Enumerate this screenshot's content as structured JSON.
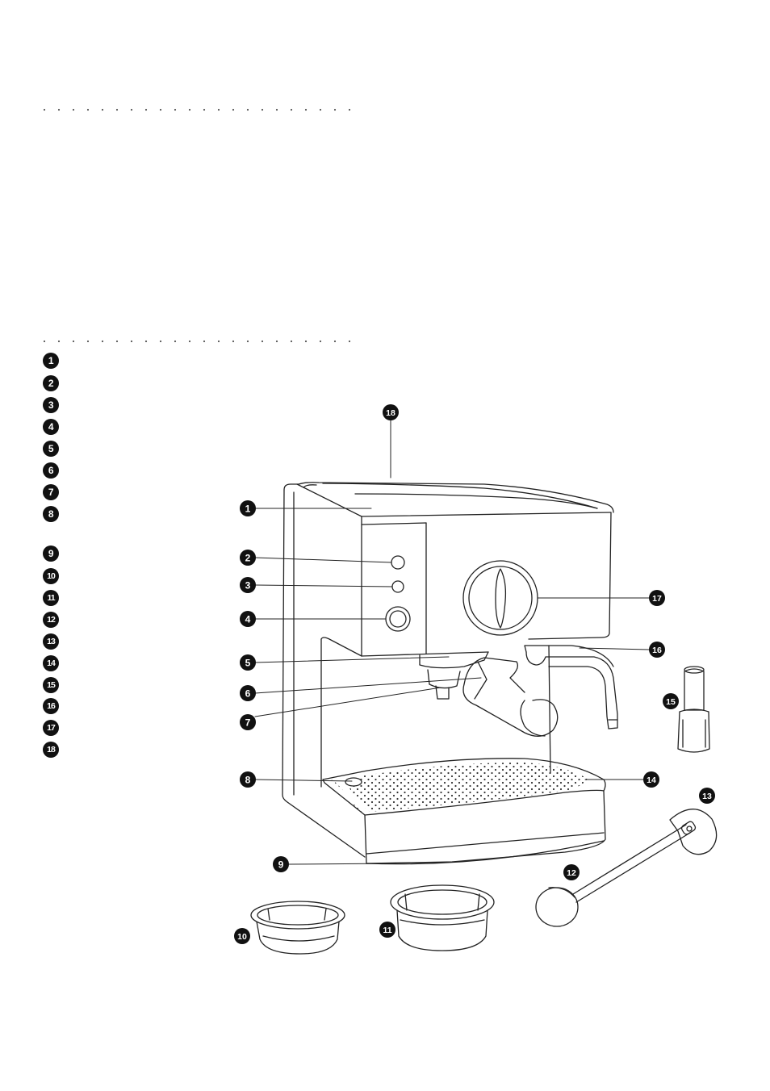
{
  "legend": {
    "items": [
      "1",
      "2",
      "3",
      "4",
      "5",
      "6",
      "7",
      "8",
      "9",
      "10",
      "11",
      "12",
      "13",
      "14",
      "15",
      "16",
      "17",
      "18"
    ]
  },
  "callouts": {
    "n1": "1",
    "n2": "2",
    "n3": "3",
    "n4": "4",
    "n5": "5",
    "n6": "6",
    "n7": "7",
    "n8": "8",
    "n9": "9",
    "n10": "10",
    "n11": "11",
    "n12": "12",
    "n13": "13",
    "n14": "14",
    "n15": "15",
    "n16": "16",
    "n17": "17",
    "n18": "18"
  },
  "colors": {
    "ink": "#111111",
    "line": "#222222",
    "paper": "#ffffff"
  }
}
